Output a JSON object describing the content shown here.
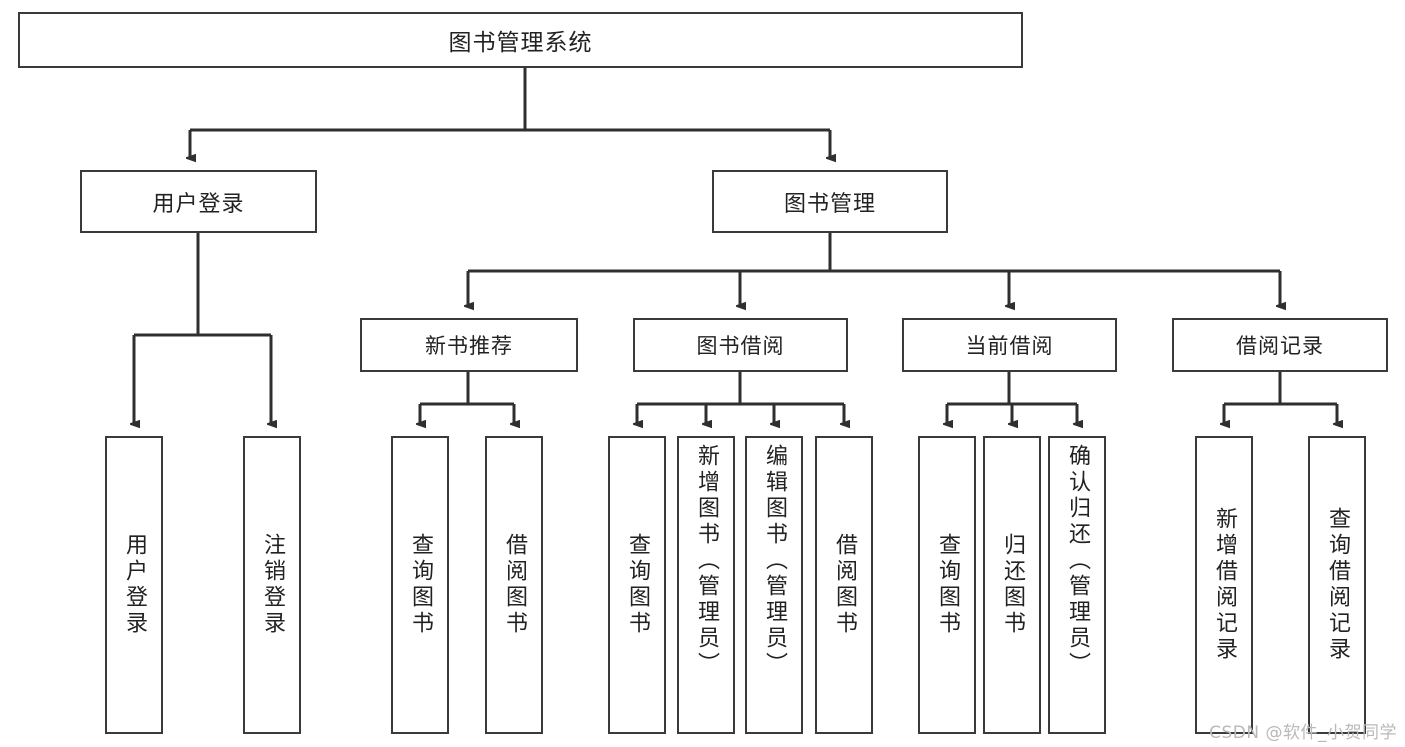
{
  "diagram": {
    "type": "tree-hierarchy-diagram",
    "title": "图书管理系统",
    "colors": {
      "background": "#ffffff",
      "node_border": "#3a3a3a",
      "node_fill": "#ffffff",
      "text": "#222222",
      "connector": "#2f2f2f",
      "watermark": "#b9b9b9"
    },
    "root": {
      "label": "图书管理系统"
    },
    "level1": [
      {
        "label": "用户登录"
      },
      {
        "label": "图书管理"
      }
    ],
    "level2": [
      {
        "label": "新书推荐"
      },
      {
        "label": "图书借阅"
      },
      {
        "label": "当前借阅"
      },
      {
        "label": "借阅记录"
      }
    ],
    "leaves": {
      "user_login": [
        {
          "label": "用户登录"
        },
        {
          "label": "注销登录"
        }
      ],
      "new_book_recommend": [
        {
          "label": "查询图书"
        },
        {
          "label": "借阅图书"
        }
      ],
      "book_borrow": [
        {
          "label": "查询图书"
        },
        {
          "label": "新增图书（管理员）"
        },
        {
          "label": "编辑图书（管理员）"
        },
        {
          "label": "借阅图书"
        }
      ],
      "current_borrow": [
        {
          "label": "查询图书"
        },
        {
          "label": "归还图书"
        },
        {
          "label": "确认归还（管理员）"
        }
      ],
      "borrow_record": [
        {
          "label": "新增借阅记录"
        },
        {
          "label": "查询借阅记录"
        }
      ]
    }
  },
  "watermark": {
    "text": "CSDN @软件_小贺同学"
  }
}
